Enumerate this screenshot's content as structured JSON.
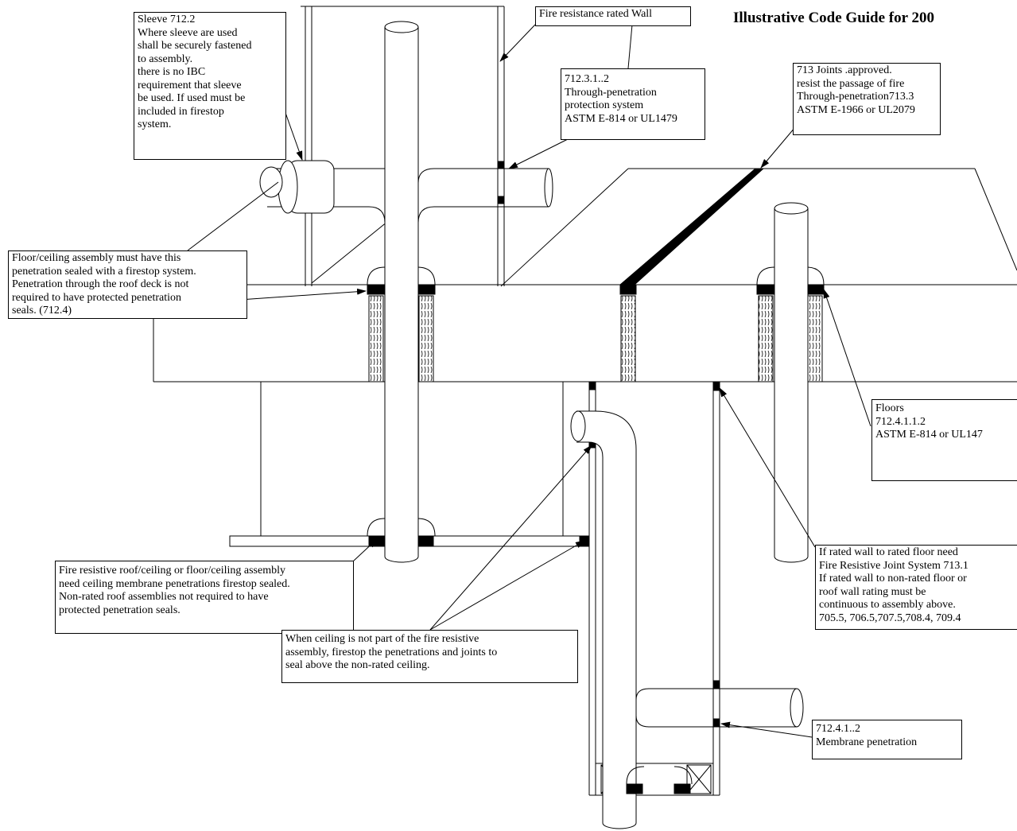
{
  "header": {
    "title": "Illustrative Code Guide for 200"
  },
  "callouts": {
    "sleeve": {
      "lines": [
        "Sleeve 712.2",
        "Where sleeve are used",
        "shall be securely fastened",
        "to assembly.",
        "there is no IBC",
        "requirement that sleeve",
        "be used. If used must be",
        "included in firestop",
        "system."
      ]
    },
    "fire_wall": {
      "lines": [
        "Fire resistance rated Wall"
      ]
    },
    "through_penetration": {
      "lines": [
        "712.3.1..2",
        "Through-penetration",
        "protection system",
        "ASTM E-814 or UL1479"
      ]
    },
    "joints": {
      "lines": [
        "713  Joints  .approved.",
        "resist the passage of fire",
        "Through-penetration713.3",
        "ASTM E-1966 or UL2079"
      ]
    },
    "floor_ceiling": {
      "lines": [
        "Floor/ceiling assembly must have this",
        "penetration sealed with a firestop system.",
        "Penetration through the roof deck is not",
        "required to have protected penetration",
        "seals.  (712.4)"
      ]
    },
    "floors": {
      "lines": [
        "Floors",
        "712.4.1.1.2",
        "ASTM E-814 or UL147"
      ]
    },
    "rated_wall_joint": {
      "lines": [
        "If rated wall to rated floor need",
        "Fire Resistive Joint System 713.1",
        "If rated wall to non-rated floor or",
        "roof wall rating must be",
        "continuous to assembly above.",
        "705.5, 706.5,707.5,708.4, 709.4"
      ]
    },
    "roof_ceiling": {
      "lines": [
        "Fire resistive roof/ceiling or floor/ceiling assembly",
        "need ceiling membrane penetrations firestop sealed.",
        "Non-rated roof assemblies not required to have",
        "protected penetration seals."
      ]
    },
    "non_rated_ceiling": {
      "lines": [
        "When ceiling is not part of the fire resistive",
        "assembly, firestop the penetrations and joints to",
        "seal above the non-rated ceiling."
      ]
    },
    "membrane": {
      "lines": [
        "712.4.1..2",
        "Membrane penetration"
      ]
    }
  }
}
